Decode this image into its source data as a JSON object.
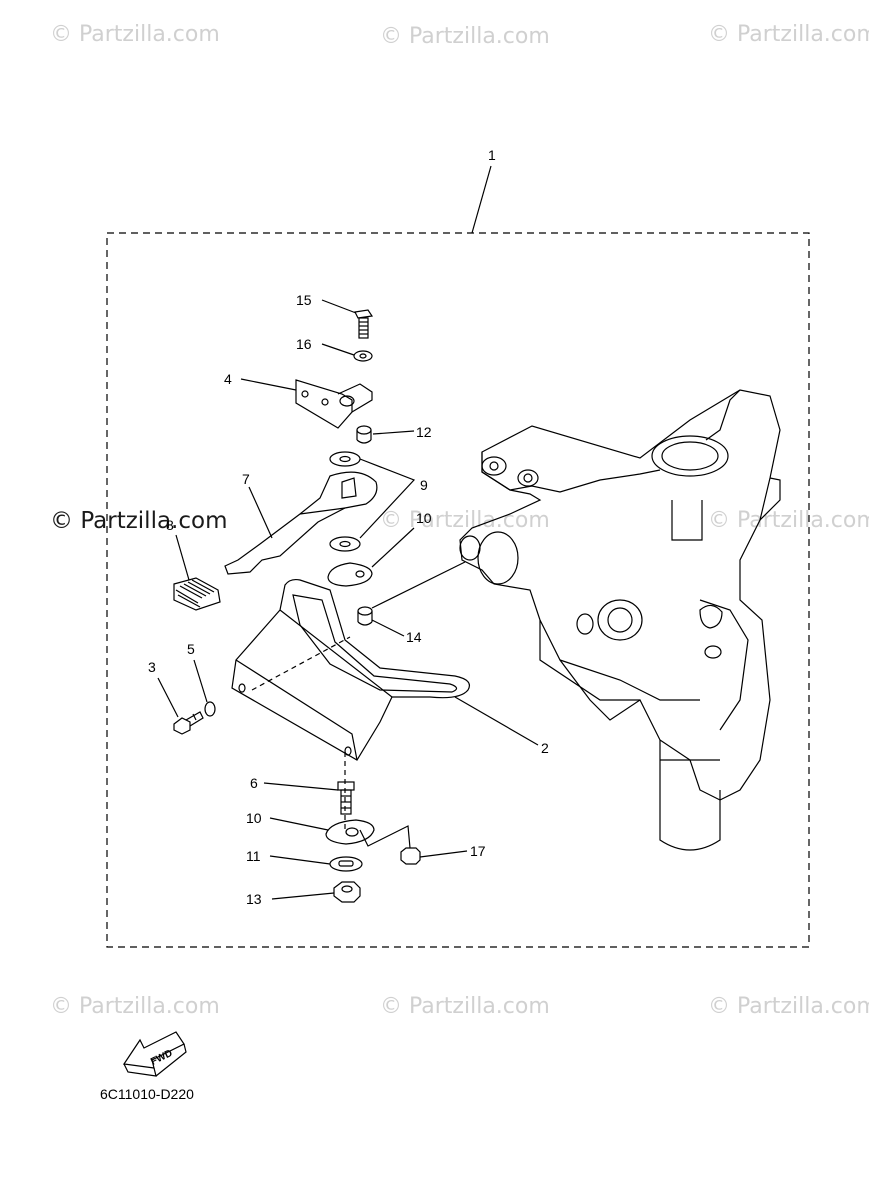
{
  "watermark_text": "Partzilla.com",
  "copyright_symbol": "©",
  "callouts": {
    "c1": "1",
    "c2": "2",
    "c3": "3",
    "c4": "4",
    "c5": "5",
    "c6": "6",
    "c7": "7",
    "c8": "8",
    "c9": "9",
    "c10a": "10",
    "c10b": "10",
    "c11": "11",
    "c12": "12",
    "c13": "13",
    "c14": "14",
    "c15": "15",
    "c16": "16",
    "c17": "17"
  },
  "fwd_label": "FWD",
  "diagram_code": "6C11010-D220",
  "colors": {
    "line": "#000000",
    "watermark": "#d0d0d0"
  }
}
